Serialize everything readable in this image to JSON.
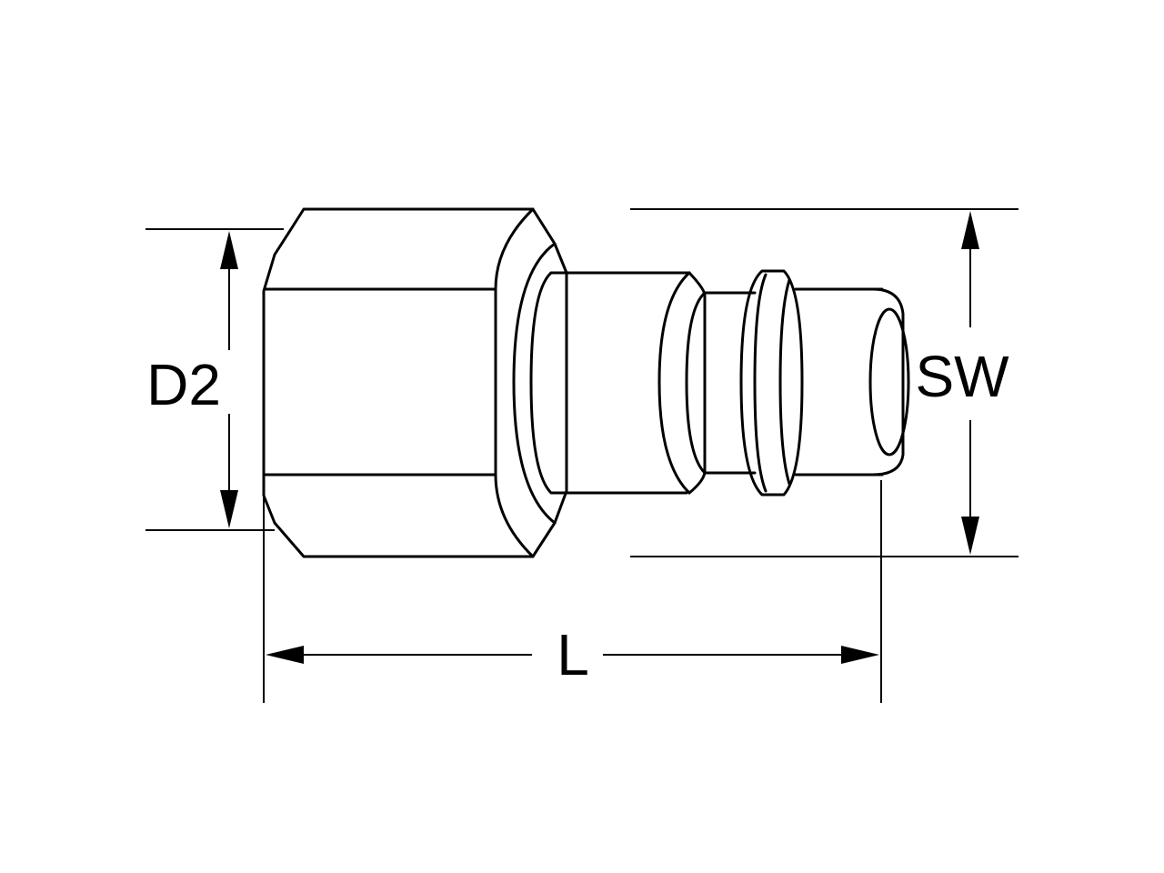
{
  "labels": {
    "d2": "D2",
    "sw": "SW",
    "l": "L"
  },
  "colors": {
    "stroke": "#000000",
    "background": "#ffffff"
  }
}
